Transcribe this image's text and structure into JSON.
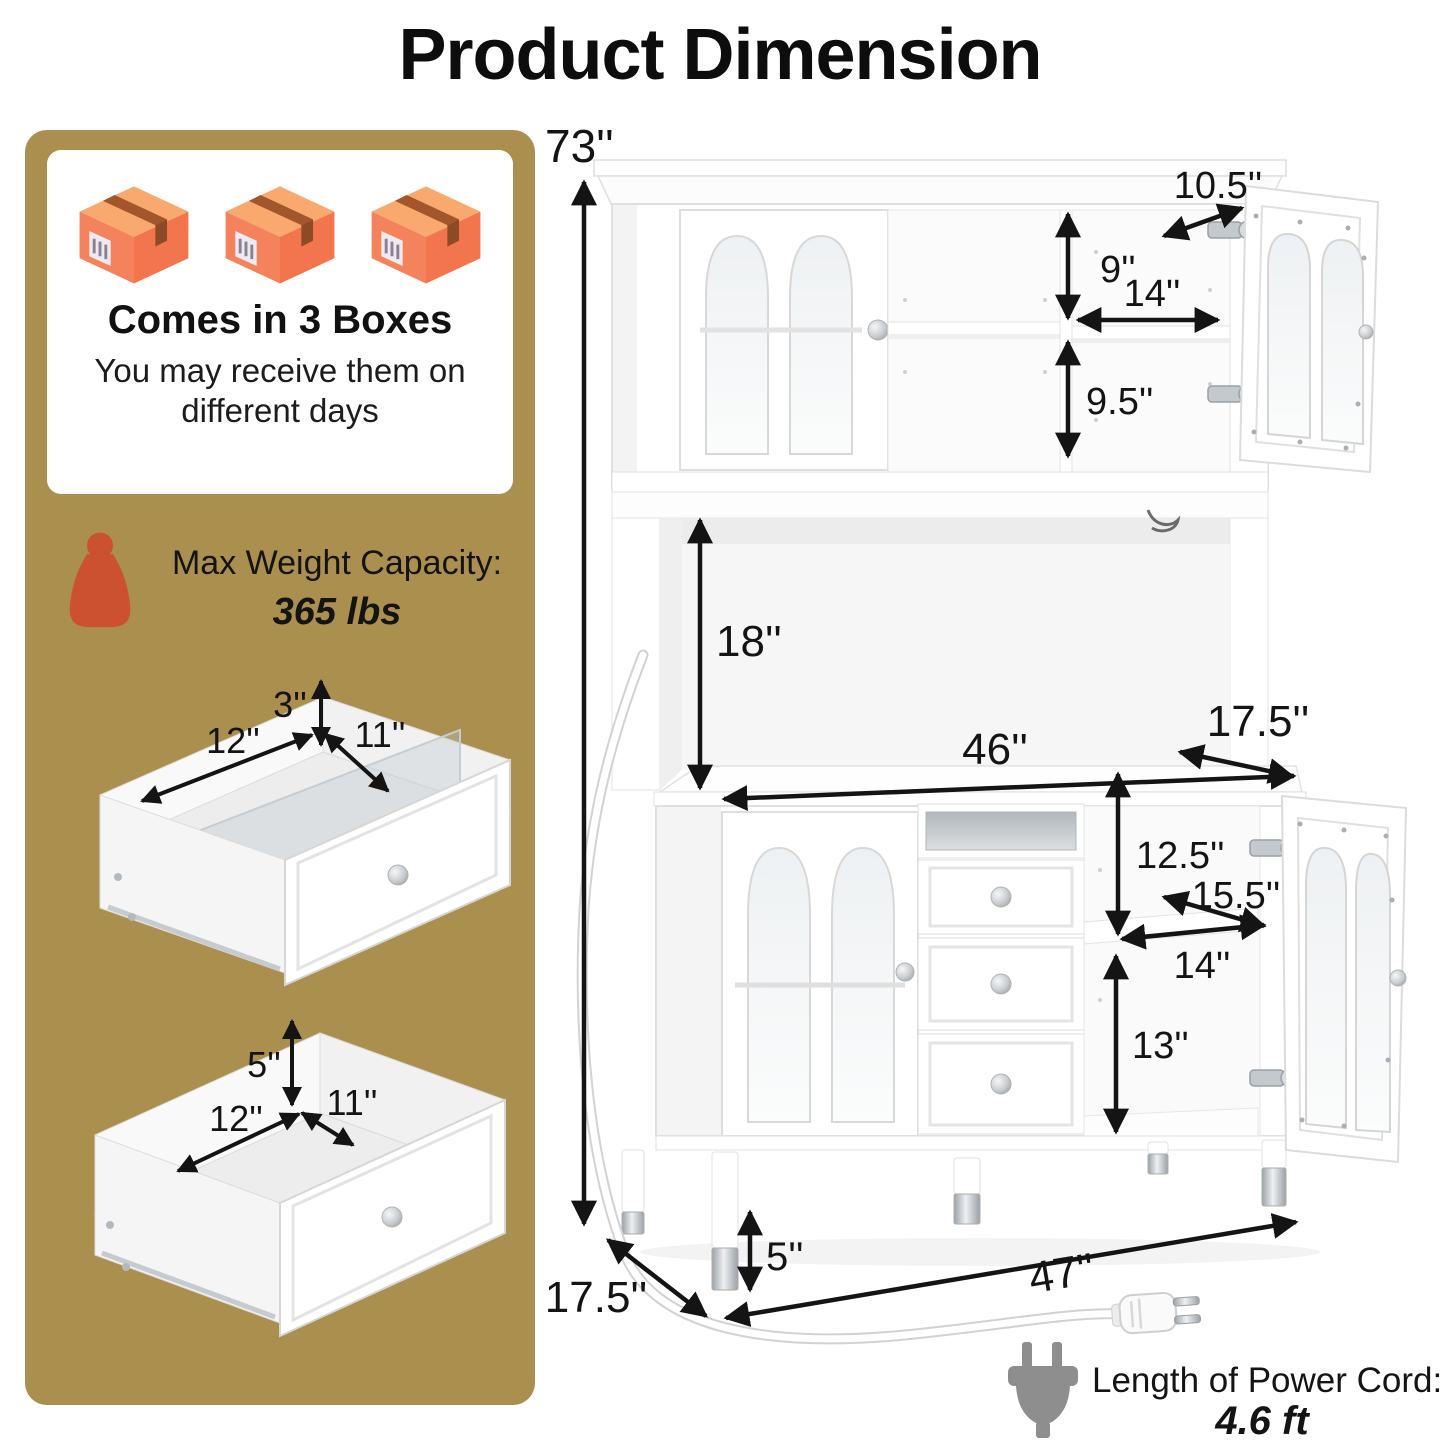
{
  "title": "Product Dimension",
  "sidebar": {
    "boxes_title": "Comes in 3 Boxes",
    "boxes_note_line1": "You may receive them on",
    "boxes_note_line2": "different days",
    "weight_label": "Max Weight Capacity:",
    "weight_value": "365 lbs",
    "drawer_top": {
      "height": "3''",
      "width": "12''",
      "depth": "11''"
    },
    "drawer_bottom": {
      "height": "5''",
      "width": "12''",
      "depth": "11''"
    }
  },
  "dims": {
    "total_height": "73''",
    "top_depth": "10.5''",
    "upper_cubby_height": "9''",
    "upper_cubby_width": "14''",
    "lower_cubby_height": "9.5''",
    "opening_height": "18''",
    "counter_width": "46''",
    "counter_depth": "17.5''",
    "right_cubby_height": "12.5''",
    "right_shelf_depth": "15.5''",
    "right_cubby_width": "14''",
    "bottom_cubby_height": "13''",
    "leg_height": "5''",
    "base_depth": "17.5''",
    "base_width": "47''"
  },
  "power": {
    "label": "Length of Power Cord:",
    "value": "4.6 ft"
  },
  "colors": {
    "sidebar_bg": "#ab8f4e",
    "box_orange": "#f2754e",
    "box_orange_light": "#f9a96e",
    "box_tape": "#a3562c",
    "box_tape_dark": "#8d4a26",
    "weight_icon": "#cb5131",
    "dim_text": "#141414",
    "plug_gray": "#8e8e8e"
  }
}
